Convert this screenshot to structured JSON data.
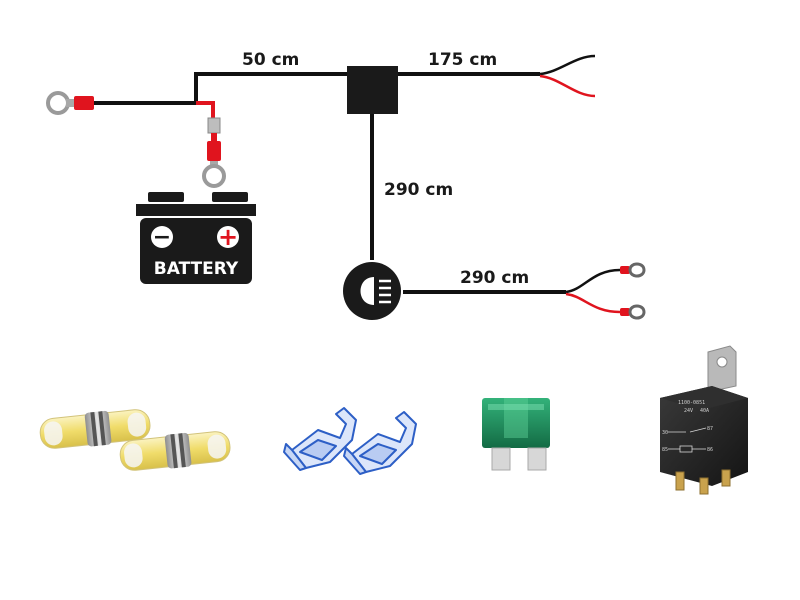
{
  "labels": {
    "wire_top_left": "50 cm",
    "wire_top_right": "175 cm",
    "wire_vertical": "290 cm",
    "wire_bottom": "290 cm"
  },
  "battery": {
    "label": "BATTERY",
    "minus_symbol": "−",
    "plus_symbol": "+"
  },
  "relay": {
    "code": "1100-0851",
    "rating_voltage": "24V",
    "rating_current": "40A",
    "pins": [
      "30",
      "87",
      "85",
      "86"
    ]
  },
  "colors": {
    "wire": "#111111",
    "positive": "#e0141e",
    "fuse": "#1e8f5c",
    "connector": "#2d5fc6",
    "splice": "#f3e27a"
  },
  "icons": [
    "ring-terminal-icon",
    "battery-icon",
    "fuse-box-icon",
    "headlight-switch-icon",
    "fork-terminal-icon",
    "solder-splice-icon",
    "tap-connector-icon",
    "blade-fuse-icon",
    "relay-icon"
  ]
}
